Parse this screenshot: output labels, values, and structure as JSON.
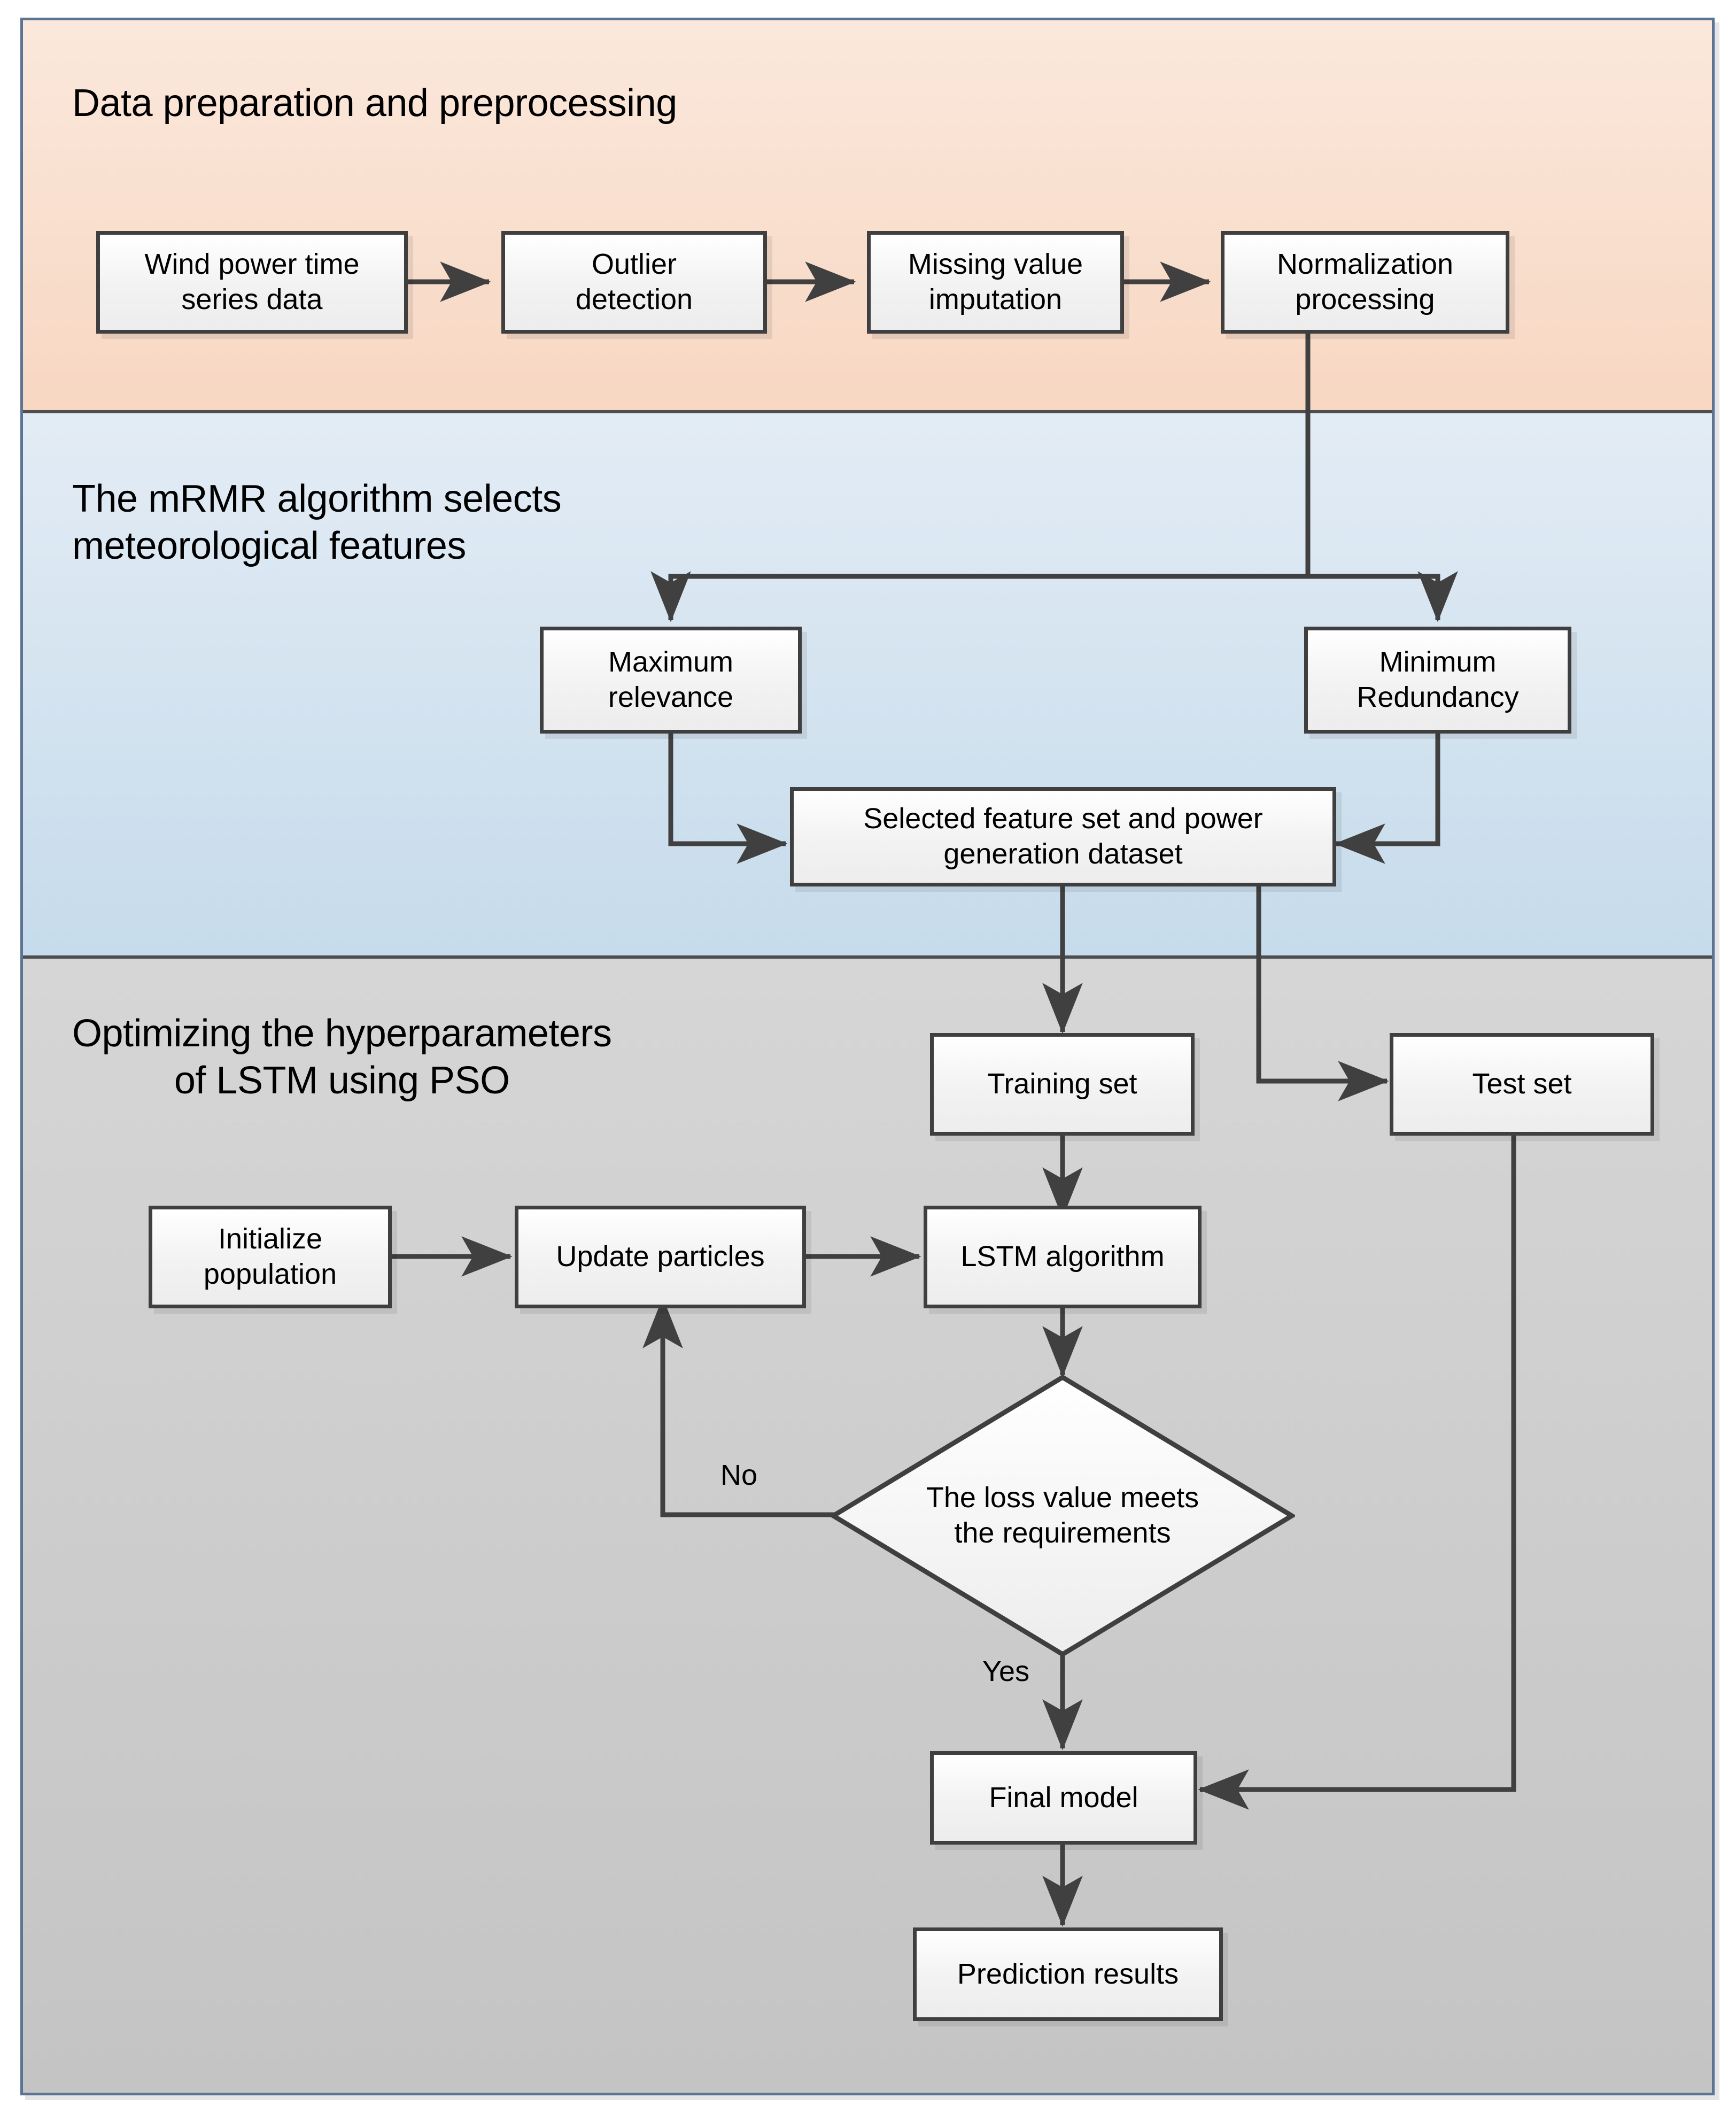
{
  "diagram": {
    "type": "flowchart",
    "bands": [
      {
        "id": "data-prep",
        "title": "Data preparation and preprocessing",
        "color": "#f7d7c2"
      },
      {
        "id": "mrmr",
        "title": "The mRMR algorithm selects\nmeteorological features",
        "color": "#c6dbeb"
      },
      {
        "id": "pso-optimize",
        "title": "Optimizing the hyperparameters\nof LSTM using PSO",
        "color": "#c4c4c4"
      }
    ],
    "nodes": {
      "wind_power": "Wind power time\nseries data",
      "outlier": "Outlier\ndetection",
      "missing": "Missing value\nimputation",
      "normalization": "Normalization\nprocessing",
      "max_relevance": "Maximum\nrelevance",
      "min_redundancy": "Minimum\nRedundancy",
      "selected_feature": "Selected feature set and power\ngeneration dataset",
      "training_set": "Training set",
      "test_set": "Test set",
      "init_population": "Initialize\npopulation",
      "update_particles": "Update particles",
      "lstm": "LSTM algorithm",
      "decision": "The loss value meets\nthe requirements",
      "final_model": "Final model",
      "prediction": "Prediction results"
    },
    "edge_labels": {
      "no": "No",
      "yes": "Yes"
    },
    "colors": {
      "band_top": "#f7d7c2",
      "band_mid": "#c6dbeb",
      "band_bottom": "#c4c4c4",
      "node_border": "#3f3f3f",
      "node_fill": "#f7f7f7",
      "connector": "#404040",
      "frame_border": "#5b7494"
    }
  }
}
